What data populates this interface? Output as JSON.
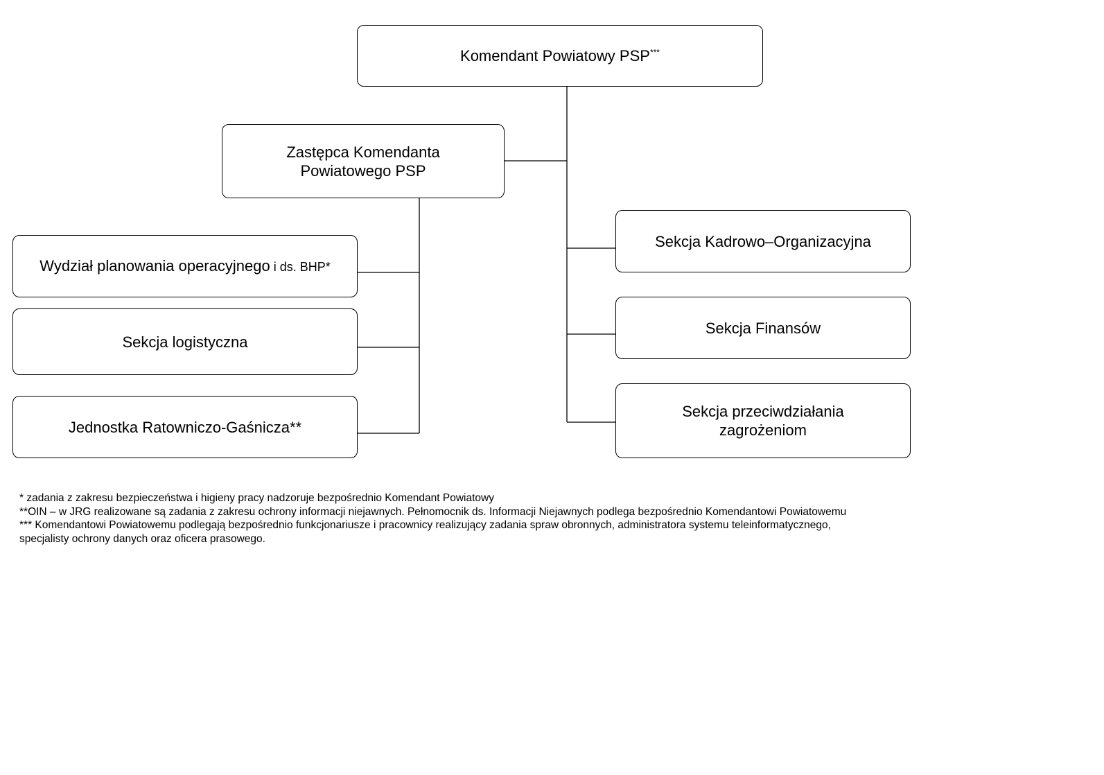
{
  "org_chart": {
    "root": {
      "label": "Komendant Powiatowy PSP",
      "marker": "***"
    },
    "deputy": {
      "line1": "Zastępca Komendanta",
      "line2": "Powiatowego PSP"
    },
    "deputy_units": {
      "wydzial": {
        "main": "Wydział planowania operacyjnego",
        "suffix": " i ds. BHP*"
      },
      "logistyka": "Sekcja logistyczna",
      "jrg": "Jednostka Ratowniczo-Gaśnicza**"
    },
    "commander_units": {
      "kadry": "Sekcja Kadrowo–Organizacyjna",
      "finanse": "Sekcja Finansów",
      "przeciwdzialanie": {
        "line1": "Sekcja przeciwdziałania",
        "line2": "zagrożeniom"
      }
    }
  },
  "footnotes": {
    "note1": "* zadania z zakresu bezpieczeństwa i higieny pracy nadzoruje bezpośrednio Komendant Powiatowy",
    "note2": "**OIN – w JRG realizowane są zadania z zakresu ochrony informacji niejawnych. Pełnomocnik ds. Informacji Niejawnych podlega bezpośrednio Komendantowi Powiatowemu",
    "note3": "*** Komendantowi Powiatowemu podlegają bezpośrednio funkcjonariusze i pracownicy realizujący zadania spraw obronnych, administratora systemu teleinformatycznego, specjalisty ochrony danych oraz oficera prasowego."
  }
}
